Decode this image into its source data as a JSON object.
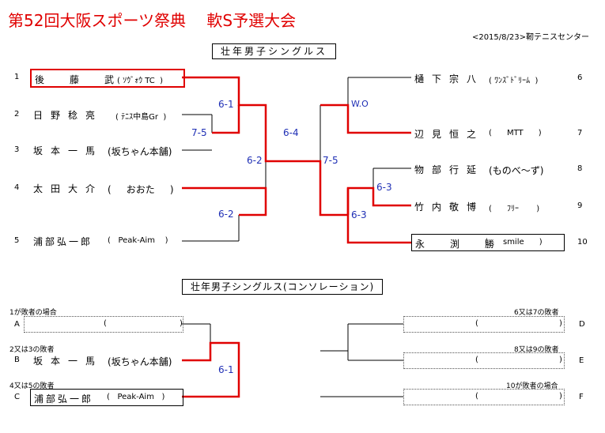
{
  "title": "第52回大阪スポーツ祭典　 軟S予選大会",
  "date": "<2015/8/23>靭テニスセンター",
  "main_heading": "壮年男子シングルス",
  "consolation_heading": "壮年男子シングルス(コンソレーション)",
  "left_players": [
    {
      "num": "1",
      "name": "後　藤　武",
      "club": "ｿｳﾞｫｳ TC"
    },
    {
      "num": "2",
      "name": "日野稔亮",
      "club": "ﾃﾆｽ中島Gr"
    },
    {
      "num": "3",
      "name": "坂本一馬",
      "club": "坂ちゃん本舗"
    },
    {
      "num": "4",
      "name": "太田大介",
      "club": "おおた"
    },
    {
      "num": "5",
      "name": "浦部弘一郎",
      "club": "Peak-Aim"
    }
  ],
  "right_players": [
    {
      "num": "6",
      "name": "樋下宗八",
      "club": "ﾜﾝｽﾞﾄﾞﾘｰﾑ"
    },
    {
      "num": "7",
      "name": "辺見恒之",
      "club": "MTT"
    },
    {
      "num": "8",
      "name": "物部行延",
      "club": "ものべ～ず"
    },
    {
      "num": "9",
      "name": "竹内敬博",
      "club": "ﾌﾘｰ"
    },
    {
      "num": "10",
      "name": "永　渕　勝",
      "club": "smile"
    }
  ],
  "scores": {
    "s_2_3": "7-5",
    "s_1_23": "6-1",
    "s_4_5": "6-2",
    "s_top_left": "6-2",
    "s_final": "6-4",
    "s_6_7": "W.O",
    "s_8_9": "6-3",
    "s_89_10": "6-3",
    "s_top_right": "7-5",
    "c_bc": "6-1"
  },
  "consolation": {
    "a_note": "1が敗者の場合",
    "a_label": "A",
    "b_note": "2又は3の敗者",
    "b_label": "B",
    "b_name": "坂本一馬",
    "b_club": "坂ちゃん本舗",
    "c_note": "4又は5の敗者",
    "c_label": "C",
    "c_name": "浦部弘一郎",
    "c_club": "Peak-Aim",
    "d_note": "6又は7の敗者",
    "d_label": "D",
    "e_note": "8又は9の敗者",
    "e_label": "E",
    "f_note": "10が敗者の場合",
    "f_label": "F"
  },
  "colors": {
    "win_line": "#e00000",
    "score": "#1f2fb5"
  }
}
